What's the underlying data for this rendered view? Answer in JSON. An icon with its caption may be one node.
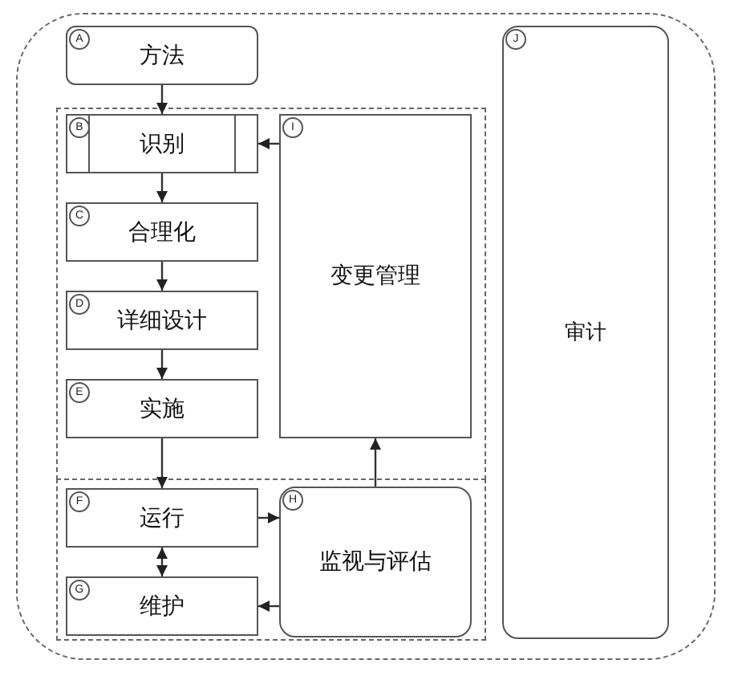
{
  "diagram": {
    "nodes": [
      {
        "text": [],
        "shape": "box"
      },
      {
        "text": [],
        "shape": "box",
        "in": 0
      },
      {
        "text": [],
        "shape": "box",
        "in": 0
      },
      {
        "text": [
          "A",
          "方法"
        ],
        "in": 0
      },
      {
        "text": [
          "B",
          "识别"
        ],
        "in": 1
      },
      {
        "text": [
          "C",
          "合理化"
        ],
        "in": 1
      },
      {
        "text": [
          "D",
          "详细设计"
        ],
        "in": 1
      },
      {
        "text": [
          "E",
          "实施"
        ],
        "in": 1
      },
      {
        "text": [
          "I",
          "变更管理"
        ],
        "in": 1
      },
      {
        "text": [
          "F",
          "运行"
        ],
        "in": 2
      },
      {
        "text": [
          "G",
          "维护"
        ],
        "in": 2
      },
      {
        "text": [
          "H",
          "监视与评估"
        ],
        "in": 2
      },
      {
        "text": [
          "J",
          "审计"
        ],
        "in": 0
      }
    ],
    "edges": [
      {
        "from": 3,
        "to": 4,
        "arrow": "to"
      },
      {
        "from": 4,
        "to": 5,
        "arrow": "to"
      },
      {
        "from": 5,
        "to": 6,
        "arrow": "to"
      },
      {
        "from": 6,
        "to": 7,
        "arrow": "to"
      },
      {
        "from": 7,
        "to": 9,
        "arrow": "to"
      },
      {
        "from": 8,
        "to": 4,
        "arrow": "to"
      },
      {
        "from": 9,
        "to": 10,
        "arrow": "both"
      },
      {
        "from": 9,
        "to": 11,
        "arrow": "to"
      },
      {
        "from": 11,
        "to": 10,
        "arrow": "to"
      },
      {
        "from": 11,
        "to": 8,
        "arrow": "to"
      }
    ]
  }
}
